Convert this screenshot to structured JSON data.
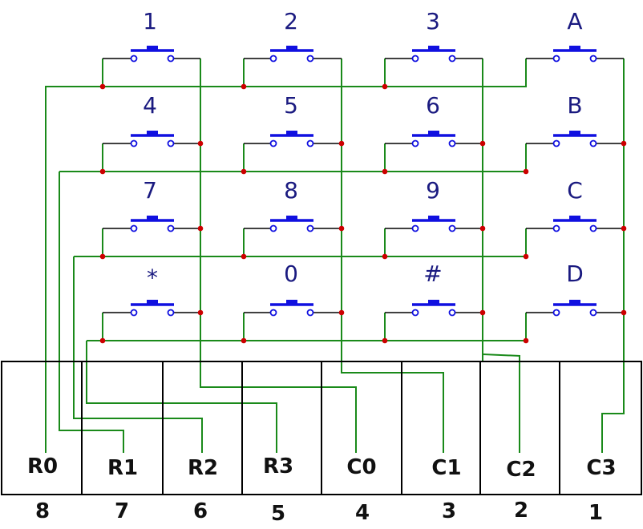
{
  "keys": [
    [
      "1",
      "2",
      "3",
      "A"
    ],
    [
      "4",
      "5",
      "6",
      "B"
    ],
    [
      "7",
      "8",
      "9",
      "C"
    ],
    [
      "*",
      "0",
      "#",
      "D"
    ]
  ],
  "pins": [
    {
      "label": "R0",
      "number": "8"
    },
    {
      "label": "R1",
      "number": "7"
    },
    {
      "label": "R2",
      "number": "6"
    },
    {
      "label": "R3",
      "number": "5"
    },
    {
      "label": "C0",
      "number": "4"
    },
    {
      "label": "C1",
      "number": "3"
    },
    {
      "label": "C2",
      "number": "2"
    },
    {
      "label": "C3",
      "number": "1"
    }
  ],
  "colors": {
    "wire": "#1a8a1a",
    "switch": "#1010e0",
    "junction": "#cc0000",
    "lead": "#000000",
    "key_text": "#1a1a80",
    "connector": "#000000"
  }
}
